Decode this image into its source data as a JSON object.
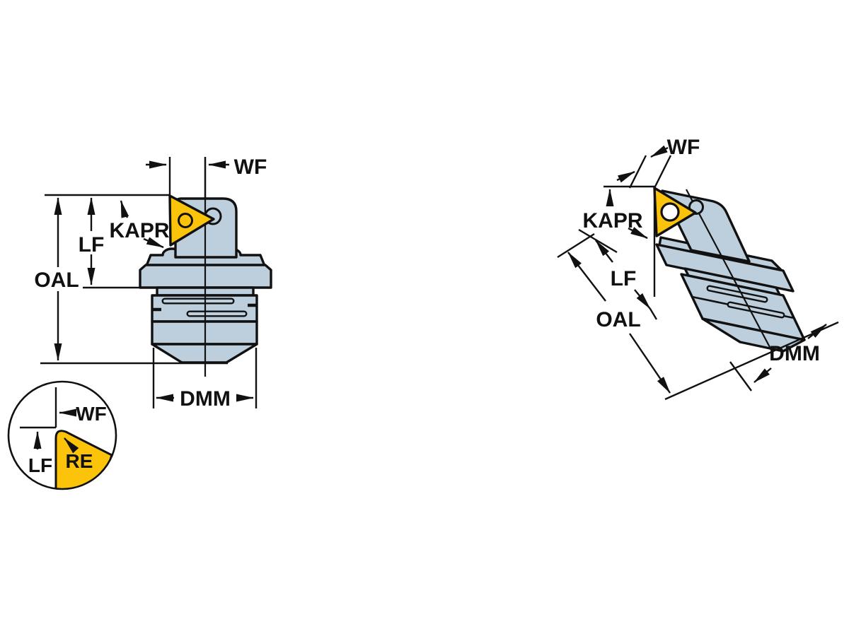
{
  "figure": {
    "description": "Technical dimension drawing of a turning tool cutting head, front view and rotated view",
    "front": {
      "wf": "WF",
      "kapr": "KAPR",
      "lf": "LF",
      "oal": "OAL",
      "dmm": "DMM"
    },
    "detail": {
      "wf": "WF",
      "lf": "LF",
      "re": "RE"
    },
    "rotated": {
      "wf": "WF",
      "kapr": "KAPR",
      "lf": "LF",
      "oal": "OAL",
      "dmm": "DMM"
    },
    "colors": {
      "insert_yellow": "#FCC30B",
      "body_blue": "#BDCFDC",
      "outline": "#111111",
      "background": "#FFFFFF"
    }
  }
}
